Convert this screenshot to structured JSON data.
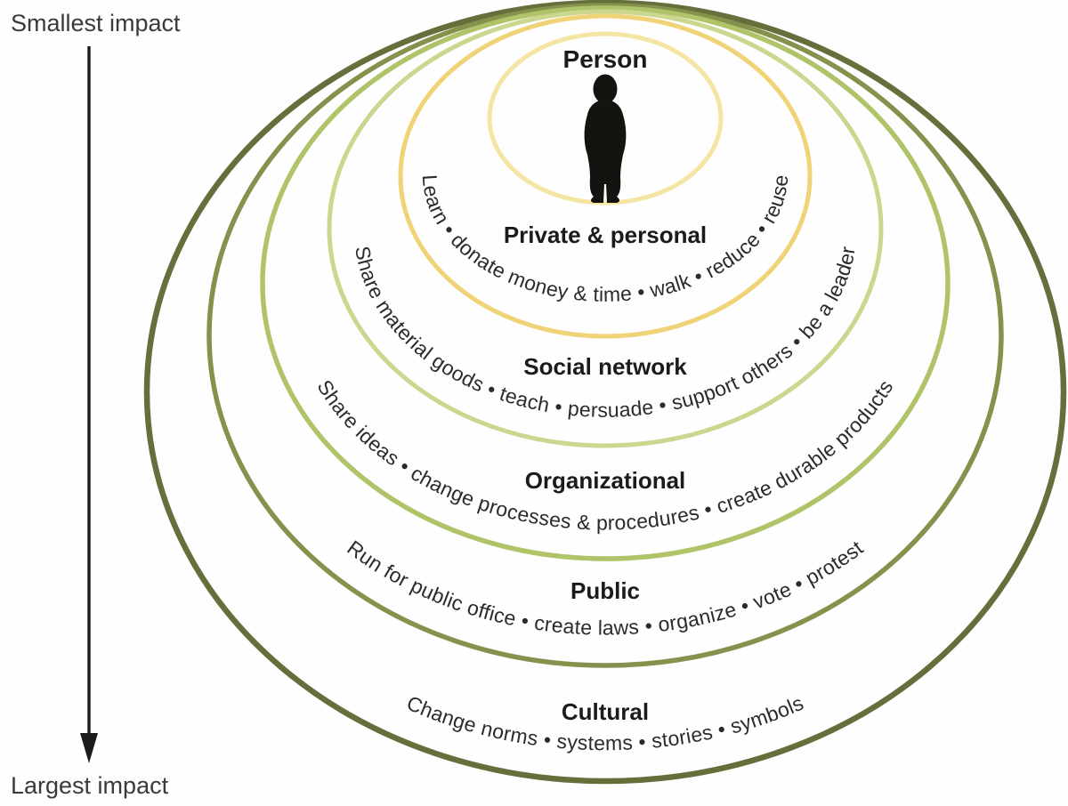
{
  "impact_scale": {
    "top_label": "Smallest impact",
    "bottom_label": "Largest impact",
    "arrow_color": "#1c1c1c"
  },
  "figure": {
    "description": "standing person silhouette",
    "color": "#151310"
  },
  "rings": [
    {
      "id": "person",
      "label": "Person",
      "actions": "",
      "color": "#F4E5A5"
    },
    {
      "id": "private-personal",
      "label": "Private & personal",
      "actions": "Learn • donate money & time • walk • reduce • reuse",
      "color": "#F0D377"
    },
    {
      "id": "social-network",
      "label": "Social network",
      "actions": "Share material goods • teach • persuade • support others • be a leader",
      "color": "#CBD68E"
    },
    {
      "id": "organizational",
      "label": "Organizational",
      "actions": "Share ideas • change processes & procedures • create durable products",
      "color": "#AFC469"
    },
    {
      "id": "public",
      "label": "Public",
      "actions": "Run for public office • create laws • organize • vote • protest",
      "color": "#85924D"
    },
    {
      "id": "cultural",
      "label": "Cultural",
      "actions": "Change norms • systems • stories • symbols",
      "color": "#656F3C"
    }
  ]
}
